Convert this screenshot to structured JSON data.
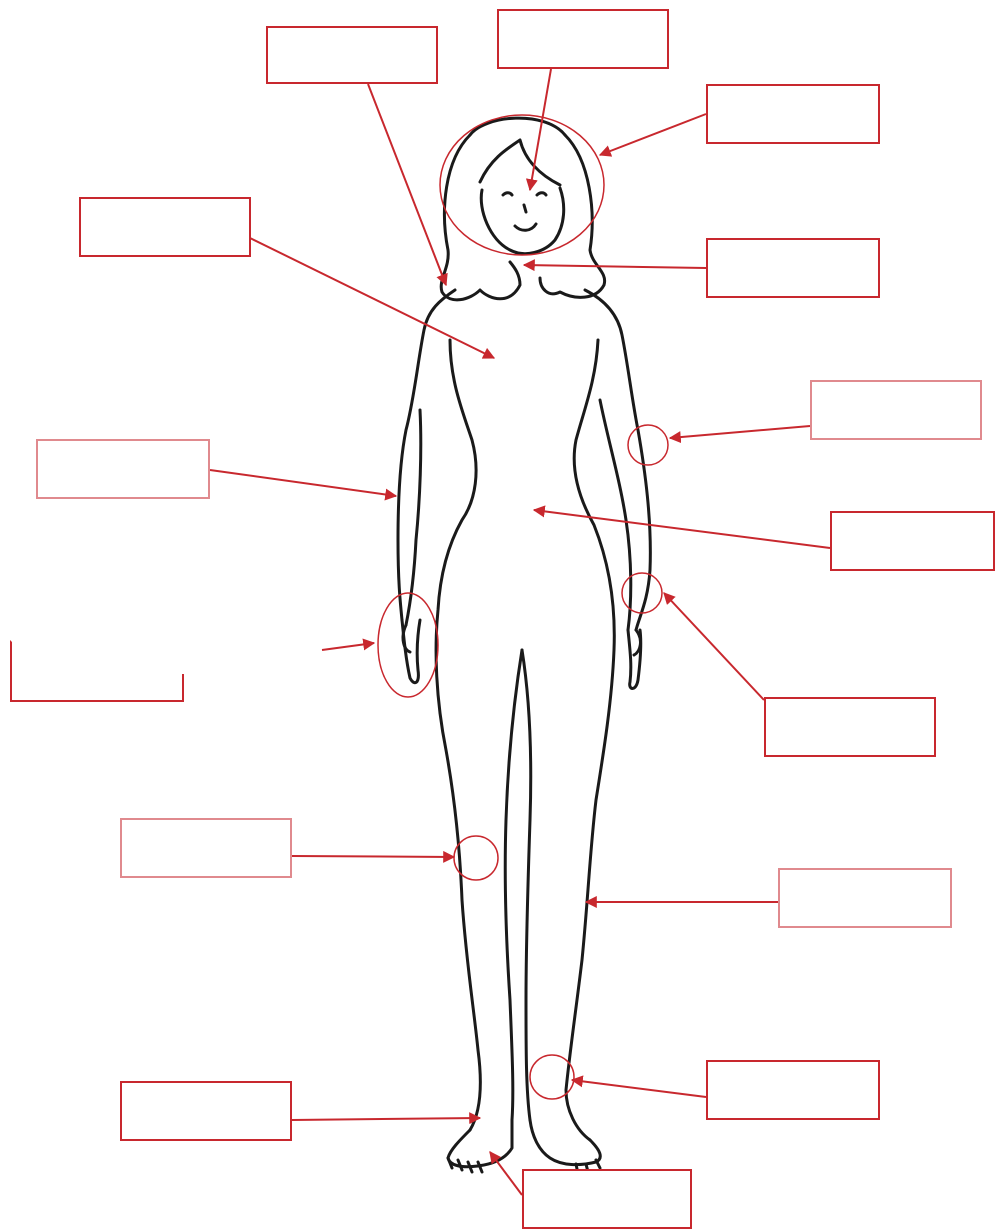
{
  "colors": {
    "line": "#c8282e",
    "outline": "#1a1a1a",
    "background": "#ffffff"
  },
  "labels": [
    {
      "id": "neck",
      "text": ""
    },
    {
      "id": "nose",
      "text": ""
    },
    {
      "id": "head",
      "text": ""
    },
    {
      "id": "chest",
      "text": ""
    },
    {
      "id": "chin",
      "text": ""
    },
    {
      "id": "elbow",
      "text": ""
    },
    {
      "id": "arm",
      "text": ""
    },
    {
      "id": "stomach",
      "text": ""
    },
    {
      "id": "hand",
      "text": ""
    },
    {
      "id": "wrist",
      "text": ""
    },
    {
      "id": "knee",
      "text": ""
    },
    {
      "id": "leg",
      "text": ""
    },
    {
      "id": "ankle",
      "text": ""
    },
    {
      "id": "foot",
      "text": ""
    },
    {
      "id": "toes",
      "text": ""
    }
  ]
}
